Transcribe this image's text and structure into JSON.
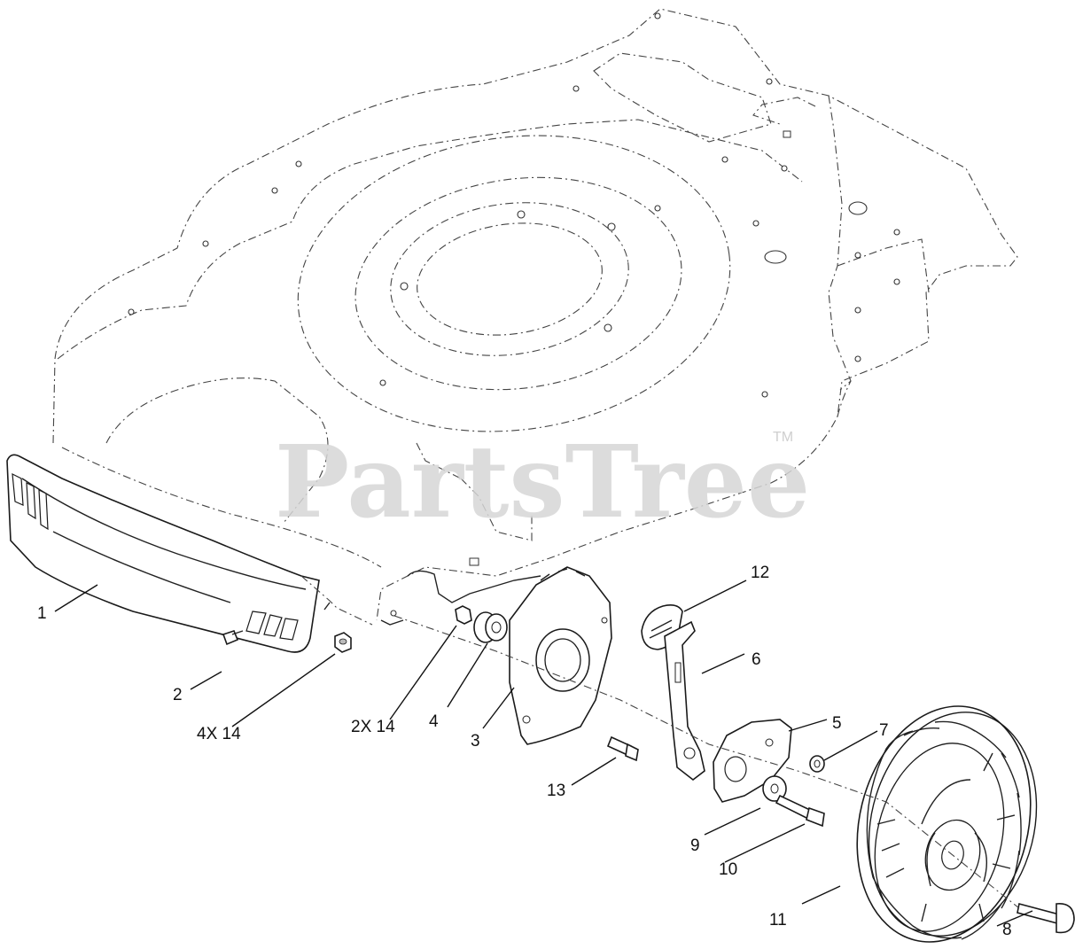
{
  "watermark": {
    "text": "PartsTree",
    "trademark": "TM"
  },
  "callouts": {
    "c1": "1",
    "c2": "2",
    "c3": "3",
    "c4": "4",
    "c5": "5",
    "c6": "6",
    "c7": "7",
    "c8": "8",
    "c9": "9",
    "c10": "10",
    "c11": "11",
    "c12": "12",
    "c13": "13",
    "c14a": "2X 14",
    "c14b": "4X 14"
  }
}
